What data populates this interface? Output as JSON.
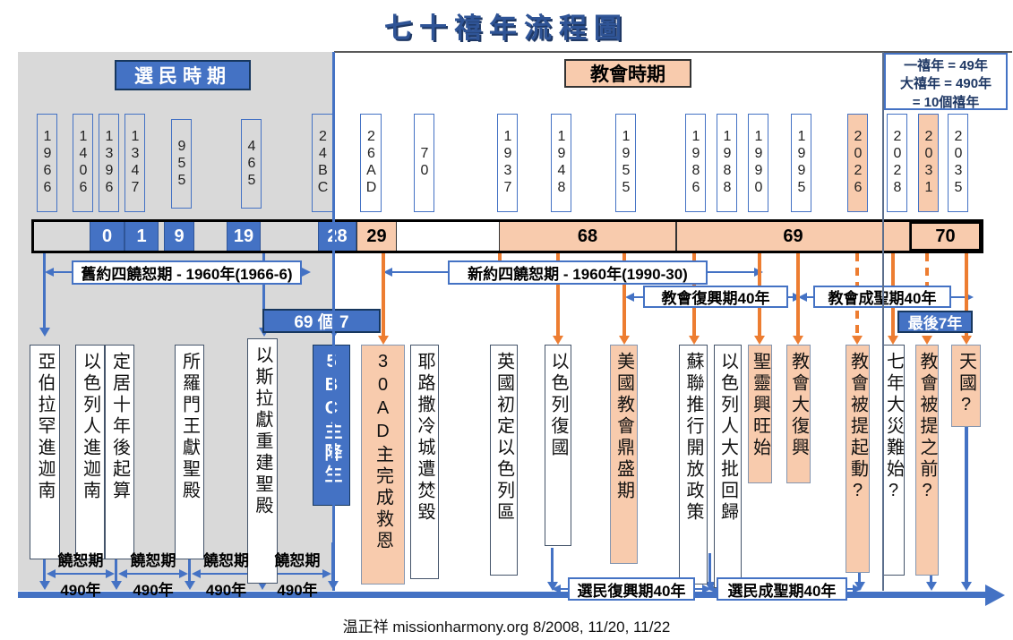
{
  "title": "七十禧年流程圖",
  "headers": {
    "left": "選民時期",
    "right": "教會時期"
  },
  "legend": {
    "line1": "一禧年 = 49年",
    "line2": "大禧年 = 490年",
    "line3": "= 10個禧年"
  },
  "years": [
    "1966",
    "1406",
    "1396",
    "1347",
    "955",
    "465",
    "24BC",
    "26AD",
    "70",
    "1937",
    "1948",
    "1955",
    "1986",
    "1988",
    "1990",
    "1995",
    "2026",
    "2028",
    "2031",
    "2035"
  ],
  "bar": [
    "0",
    "1",
    "9",
    "19",
    "28",
    "29",
    "68",
    "69",
    "70"
  ],
  "periods": {
    "old_testament": "舊約四饒恕期 - 1960年(1966-6)",
    "new_testament": "新約四饒恕期 - 1960年(1990-30)",
    "sixty_nine_sevens": "69 個 7",
    "last_seven_years": "最後7年",
    "church_revival": "教會復興期40年",
    "church_sanctification": "教會成聖期40年",
    "elect_revival": "選民復興期40年",
    "elect_sanctification": "選民成聖期40年"
  },
  "jubilee_segments": [
    {
      "period": "饒恕期",
      "span": "490年"
    },
    {
      "period": "饒恕期",
      "span": "490年"
    },
    {
      "period": "饒恕期",
      "span": "490年"
    },
    {
      "period": "饒恕期",
      "span": "490年"
    }
  ],
  "events": [
    "亞伯拉罕進迦南",
    "以色列人進迦南",
    "定居十年後起算",
    "所羅門王獻聖殿",
    "以斯拉獻重建聖殿",
    "5BC主降生",
    "30AD主完成救恩",
    "耶路撒冷城遭焚毀",
    "英國初定以色列區",
    "以色列復國",
    "美國教會鼎盛期",
    "蘇聯推行開放政策",
    "以色列人大批回歸",
    "聖靈興旺始",
    "教會大復興",
    "教會被提起動?",
    "七年大災難始?",
    "教會被提之前?",
    "天國?"
  ],
  "credit": "温正祥   missionharmony.org  8/2008, 11/20, 11/22",
  "colors": {
    "accent_blue": "#4472c4",
    "navy": "#1f3864",
    "peach": "#f8cbad",
    "orange": "#ed7d31",
    "panel_gray": "#d9d9d9"
  }
}
